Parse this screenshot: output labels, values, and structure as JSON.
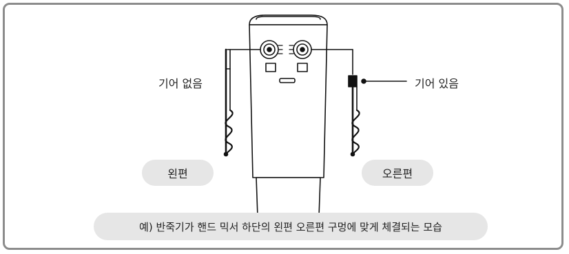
{
  "labels": {
    "no_gear": "기어 없음",
    "with_gear": "기어 있음"
  },
  "pills": {
    "left": "왼편",
    "right": "오른편"
  },
  "caption": "예) 반죽기가 핸드 믹서 하단의 왼편 오른편 구멍에 맞게 체결되는 모습",
  "colors": {
    "frame_border": "#8c8c8c",
    "pill_bg": "#e6e6e6",
    "line": "#111111"
  }
}
